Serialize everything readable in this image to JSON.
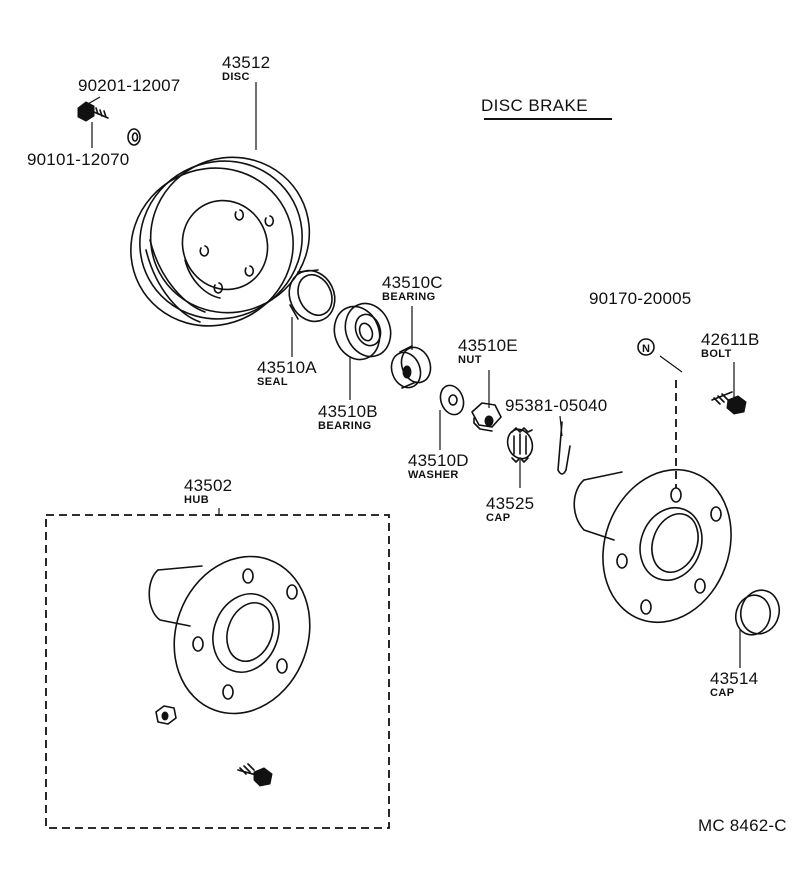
{
  "title": "DISC BRAKE",
  "figure_code": "MC 8462-C",
  "callouts": {
    "disc": {
      "number": "43512",
      "name": "DISC"
    },
    "disc_bolt": {
      "number": "90101-12070"
    },
    "disc_washer": {
      "number": "90201-12007"
    },
    "seal": {
      "number": "43510A",
      "name": "SEAL"
    },
    "bearing_outer": {
      "number": "43510B",
      "name": "BEARING"
    },
    "bearing_inner": {
      "number": "43510C",
      "name": "BEARING"
    },
    "washer": {
      "number": "43510D",
      "name": "WASHER"
    },
    "nut": {
      "number": "43510E",
      "name": "NUT"
    },
    "lock_cap": {
      "number": "43525",
      "name": "CAP"
    },
    "cotter_pin": {
      "number": "95381-05040"
    },
    "hub_nut": {
      "number": "90170-20005"
    },
    "hub_bolt": {
      "number": "42611B",
      "name": "BOLT"
    },
    "grease_cap": {
      "number": "43514",
      "name": "CAP"
    },
    "hub_assy": {
      "number": "43502",
      "name": "HUB"
    }
  }
}
